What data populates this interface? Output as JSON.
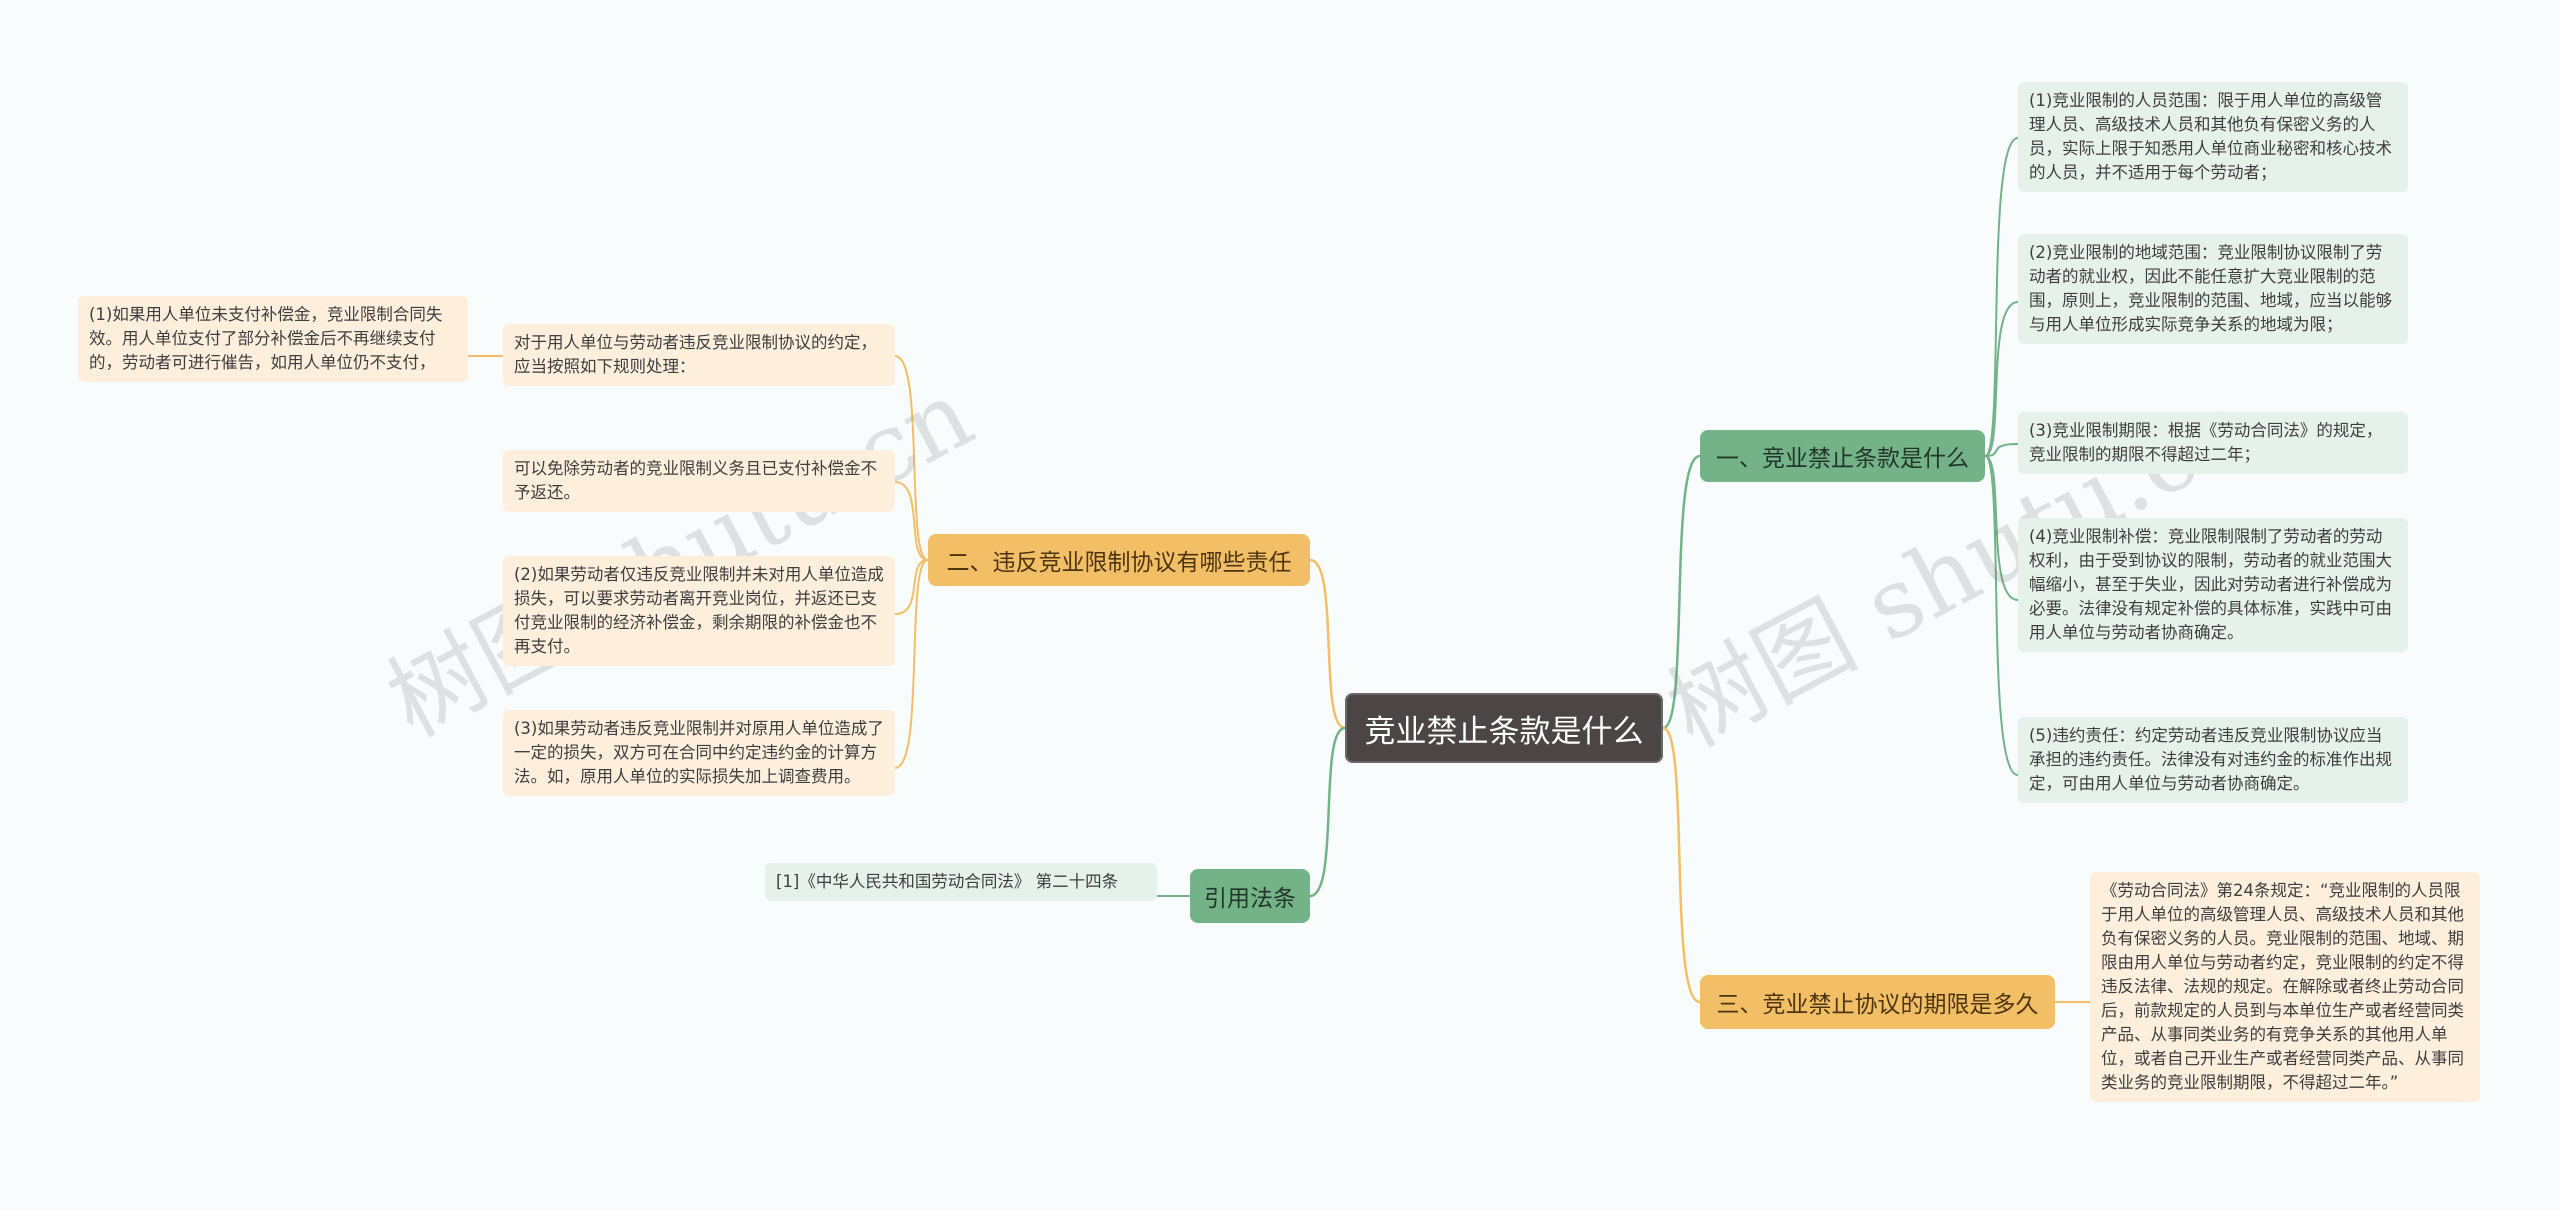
{
  "root": "竞业禁止条款是什么",
  "branches": {
    "b1": "一、竞业禁止条款是什么",
    "b2": "二、违反竞业限制协议有哪些责任",
    "b3": "三、竞业禁止协议的期限是多久",
    "b4": "引用法条"
  },
  "leaves": {
    "r1": "(1)竞业限制的人员范围：限于用人单位的高级管理人员、高级技术人员和其他负有保密义务的人员，实际上限于知悉用人单位商业秘密和核心技术的人员，并不适用于每个劳动者；",
    "r2": "(2)竞业限制的地域范围：竞业限制协议限制了劳动者的就业权，因此不能任意扩大竞业限制的范围，原则上，竞业限制的范围、地域，应当以能够与用人单位形成实际竞争关系的地域为限；",
    "r3": "(3)竞业限制期限：根据《劳动合同法》的规定，竞业限制的期限不得超过二年；",
    "r4": "(4)竞业限制补偿：竞业限制限制了劳动者的劳动权利，由于受到协议的限制，劳动者的就业范围大幅缩小，甚至于失业，因此对劳动者进行补偿成为必要。法律没有规定补偿的具体标准，实践中可由用人单位与劳动者协商确定。",
    "r5": "(5)违约责任：约定劳动者违反竞业限制协议应当承担的违约责任。法律没有对违约金的标准作出规定，可由用人单位与劳动者协商确定。",
    "r6": "《劳动合同法》第24条规定：“竞业限制的人员限于用人单位的高级管理人员、高级技术人员和其他负有保密义务的人员。竞业限制的范围、地域、期限由用人单位与劳动者约定，竞业限制的约定不得违反法律、法规的规定。在解除或者终止劳动合同后，前款规定的人员到与本单位生产或者经营同类产品、从事同类业务的有竞争关系的其他用人单位，或者自己开业生产或者经营同类产品、从事同类业务的竞业限制期限，不得超过二年。”",
    "l1": "对于用人单位与劳动者违反竞业限制协议的约定，应当按照如下规则处理：",
    "l1a": "(1)如果用人单位未支付补偿金，竞业限制合同失效。用人单位支付了部分补偿金后不再继续支付的，劳动者可进行催告，如用人单位仍不支付，",
    "l2": "可以免除劳动者的竞业限制义务且已支付补偿金不予返还。",
    "l3": "(2)如果劳动者仅违反竞业限制并未对用人单位造成损失，可以要求劳动者离开竞业岗位，并返还已支付竞业限制的经济补偿金，剩余期限的补偿金也不再支付。",
    "l4": "(3)如果劳动者违反竞业限制并对原用人单位造成了一定的损失，双方可在合同中约定违约金的计算方法。如，原用人单位的实际损失加上调查费用。",
    "l5": "[1]《中华人民共和国劳动合同法》 第二十四条"
  },
  "watermark": [
    "树图 shutu.cn",
    "树图 shutu.cn"
  ],
  "colors": {
    "green": "#74b288",
    "orange": "#f3bf66",
    "root": "#4b4645"
  }
}
